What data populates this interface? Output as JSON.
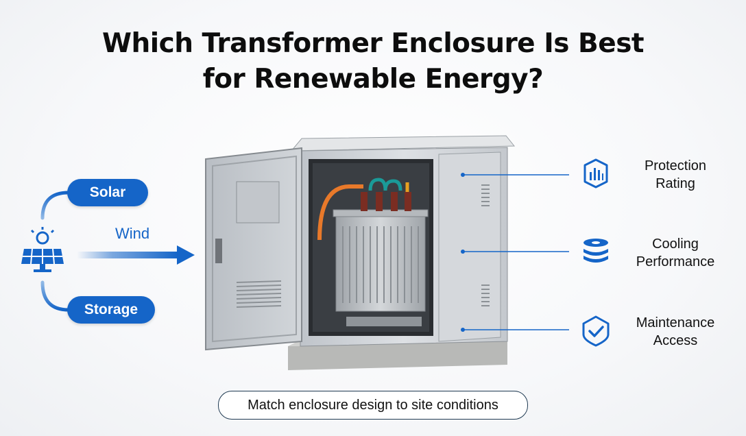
{
  "title": {
    "line1": "Which Transformer Enclosure Is Best",
    "line2": "for Renewable Energy?"
  },
  "sources": {
    "solar": "Solar",
    "wind": "Wind",
    "storage": "Storage",
    "icon": "solar-panel-icon"
  },
  "features": [
    {
      "line1": "Protection",
      "line2": "Rating",
      "icon": "panel-bars-icon"
    },
    {
      "line1": "Cooling",
      "line2": "Performance",
      "icon": "stacked-discs-icon"
    },
    {
      "line1": "Maintenance",
      "line2": "Access",
      "icon": "shield-check-icon"
    }
  ],
  "footer": "Match enclosure design to site conditions",
  "colors": {
    "accent": "#1565c8",
    "enclosure": "#c9cdd2",
    "dark_text": "#111111"
  }
}
